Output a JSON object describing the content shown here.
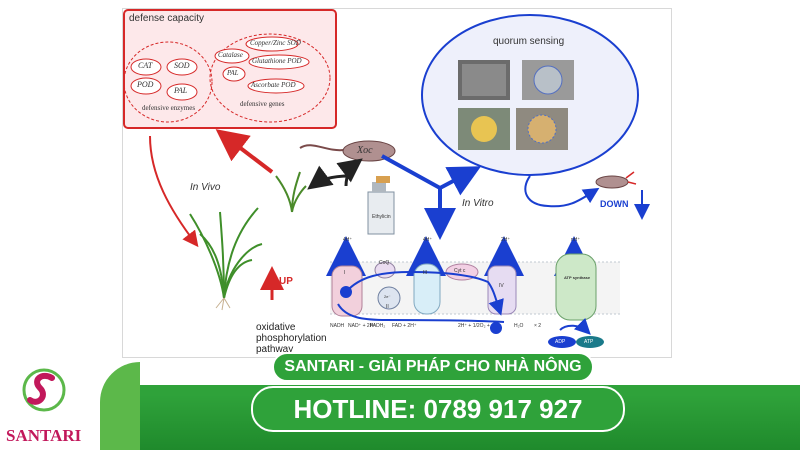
{
  "diagram": {
    "defense": {
      "title": "defense capacity",
      "enzymes": [
        "CAT",
        "SOD",
        "POD",
        "PAL"
      ],
      "enzymes_label": "defensive enzymes",
      "genes": [
        "Copper/Zinc SOD",
        "Catalase",
        "Glutathione POD",
        "PAL",
        "Ascorbate POD"
      ],
      "genes_label": "defensive genes"
    },
    "quorum": {
      "title": "quorum sensing"
    },
    "xoc": "Xoc",
    "in_vivo": "In Vivo",
    "in_vitro": "In Vitro",
    "up": "UP",
    "down": "DOWN",
    "bottle_label": "Ethylicin",
    "pathway": {
      "label": "oxidative phosphorylation pathway",
      "protons": [
        "4H⁺",
        "4H⁺",
        "2H⁺",
        "nH⁺"
      ],
      "complexes": [
        "I",
        "II",
        "III",
        "IV"
      ],
      "coq": "CoQ",
      "cytc": "Cyt c",
      "atp_synthase": "ATP synthase",
      "adp": "ADP",
      "atp": "ATP",
      "nadh": "NADH",
      "nad": "NAD⁺ + 2H⁺",
      "fadh": "FADH₂",
      "fad": "FAD + 2H⁺",
      "reaction_left": "2H⁺ + 1/2O₂ +",
      "reaction_right": "H₂O",
      "reaction_mult": "× 2",
      "electron": "2e⁻"
    }
  },
  "branding": {
    "logo_text": "SANTARI",
    "slogan": "SANTARI - GIẢI PHÁP CHO NHÀ NÔNG",
    "hotline": "HOTLINE: 0789 917 927"
  },
  "colors": {
    "brand_green": "#2fa23a",
    "red": "#d62828",
    "blue": "#1a3fd0"
  }
}
